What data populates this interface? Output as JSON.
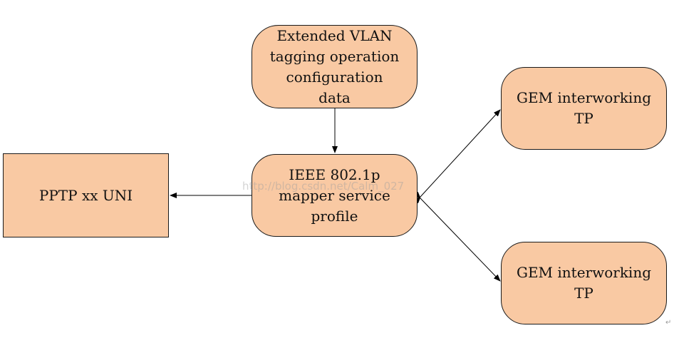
{
  "nodes": {
    "ext_vlan": "Extended VLAN\ntagging operation\nconfiguration\ndata",
    "mapper": "IEEE 802.1p\nmapper service\nprofile",
    "gem_top": "GEM interworking\nTP",
    "gem_bottom": "GEM interworking\nTP",
    "pptp": "PPTP xx UNI"
  },
  "watermark": "http://blog.csdn.net/Calm_027",
  "return_mark": "↵",
  "colors": {
    "node_fill": "#f9c9a3",
    "stroke": "#1a1a1a"
  }
}
